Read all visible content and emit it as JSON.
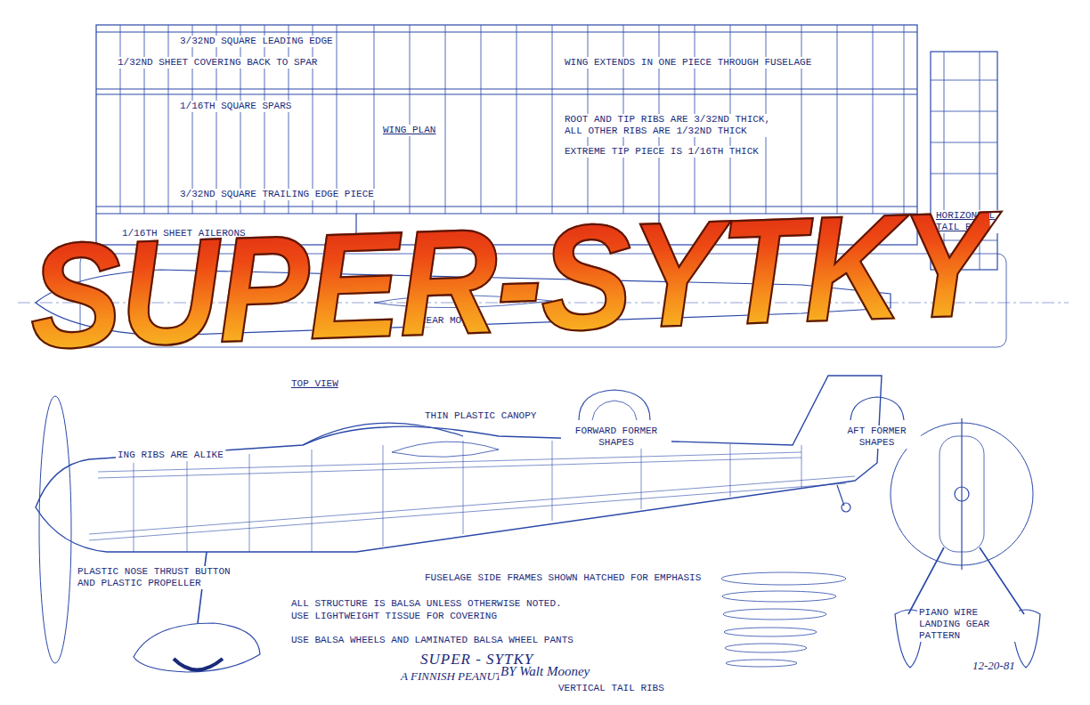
{
  "diagram": {
    "title": "SUPER-SYTKY",
    "labels": [
      "3/32ND SQUARE LEADING EDGE",
      "1/32ND SHEET COVERING BACK TO SPAR",
      "1/16TH SQUARE SPARS",
      "WING PLAN",
      "WING EXTENDS IN ONE PIECE THROUGH FUSELAGE",
      "ROOT AND TIP RIBS ARE 3/32ND THICK, ALL OTHER RIBS ARE 1/32ND THICK",
      "EXTREME TIP PIECE IS 1/16TH THICK",
      "3/32ND SQUARE TRAILING EDGE PIECE",
      "1/16TH SHEET AILERONS",
      "HORIZONTAL TAIL PLAN",
      "REAR MO",
      "TOP VIEW",
      "THIN PLASTIC CANOPY",
      "FORWARD FORMER SHAPES",
      "AFT FORMER SHAPES",
      "ING RIBS ARE ALIKE",
      "PLASTIC NOSE THRUST BUTTON AND PLASTIC PROPELLER",
      "FUSELAGE SIDE FRAMES SHOWN HATCHED FOR EMPHASIS",
      "ALL STRUCTURE IS BALSA UNLESS OTHERWISE NOTED.",
      "USE LIGHTWEIGHT TISSUE FOR COVERING",
      "USE BALSA WHEELS AND LAMINATED BALSA WHEEL PANTS",
      "SUPER - SYTKY",
      "A FINNISH PEANUT",
      "BY Walt Mooney",
      "12-20-81",
      "VERTICAL TAIL RIBS",
      "PIANO WIRE LANDING GEAR PATTERN"
    ]
  }
}
